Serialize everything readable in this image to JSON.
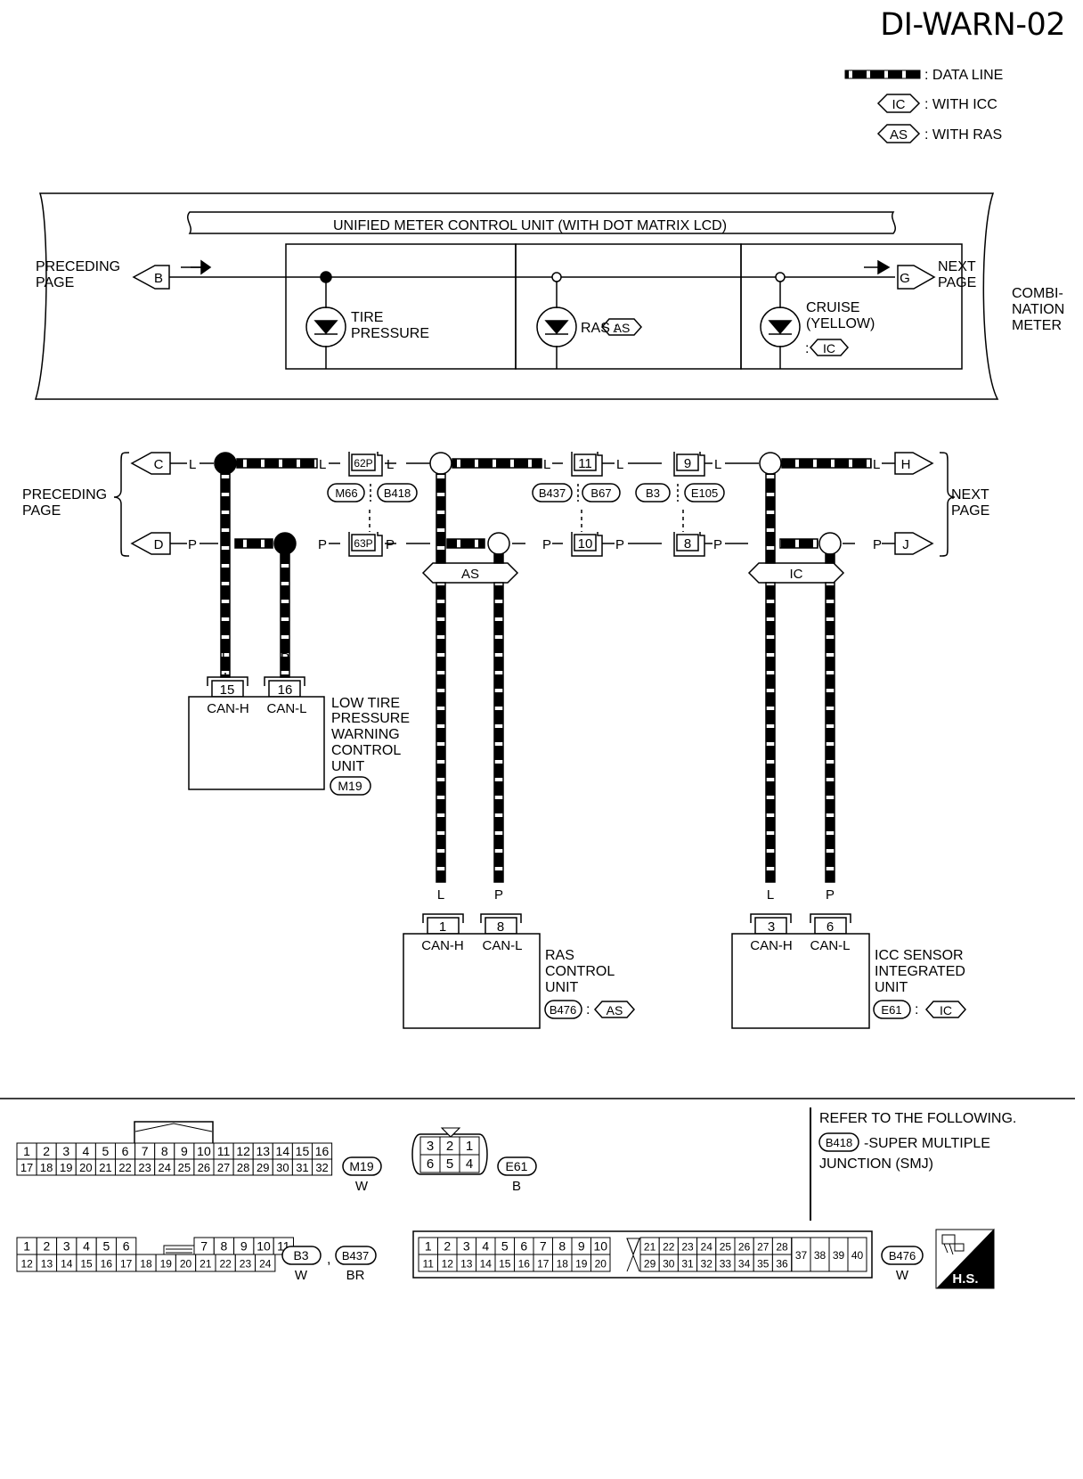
{
  "page_title": "DI-WARN-02",
  "legend": {
    "data_line": ": DATA LINE",
    "ic_abbr": "IC",
    "with_icc": ": WITH ICC",
    "as_abbr": "AS",
    "with_ras": ": WITH RAS"
  },
  "meter": {
    "title": "UNIFIED METER CONTROL UNIT (WITH DOT MATRIX LCD)",
    "preceding_1": "PRECEDING",
    "preceding_2": "PAGE",
    "prev_ref": "B",
    "next_1": "NEXT",
    "next_2": "PAGE",
    "next_ref": "G",
    "combi_1": "COMBI-",
    "combi_2": "NATION",
    "combi_3": "METER",
    "tire_1": "TIRE",
    "tire_2": "PRESSURE",
    "ras": "RAS :",
    "ras_tag": "AS",
    "cruise_1": "CRUISE",
    "cruise_2": "(YELLOW)",
    "cruise_colon": ":",
    "cruise_tag": "IC"
  },
  "can": {
    "preceding_1": "PRECEDING",
    "preceding_2": "PAGE",
    "next_1": "NEXT",
    "next_2": "PAGE",
    "ref_c": "C",
    "ref_d": "D",
    "ref_h": "H",
    "ref_j": "J",
    "wire_l": "L",
    "wire_p": "P",
    "conn_62p": "62P",
    "conn_63p": "63P",
    "pin_11": "11",
    "pin_10": "10",
    "pin_9": "9",
    "pin_8": "8",
    "conn_m66": "M66",
    "conn_b418": "B418",
    "conn_b437": "B437",
    "conn_b67": "B67",
    "conn_b3": "B3",
    "conn_e105": "E105",
    "as_label": "AS",
    "ic_label": "IC"
  },
  "tpms": {
    "pin_h": "15",
    "pin_l": "16",
    "can_h": "CAN-H",
    "can_l": "CAN-L",
    "name_1": "LOW TIRE",
    "name_2": "PRESSURE",
    "name_3": "WARNING",
    "name_4": "CONTROL",
    "name_5": "UNIT",
    "conn": "M19"
  },
  "ras_unit": {
    "pin_h": "1",
    "pin_l": "8",
    "can_h": "CAN-H",
    "can_l": "CAN-L",
    "name_1": "RAS",
    "name_2": "CONTROL",
    "name_3": "UNIT",
    "conn": "B476",
    "colon": ":",
    "tag": "AS"
  },
  "icc_unit": {
    "pin_h": "3",
    "pin_l": "6",
    "can_h": "CAN-H",
    "can_l": "CAN-L",
    "name_1": "ICC SENSOR",
    "name_2": "INTEGRATED",
    "name_3": "UNIT",
    "conn": "E61",
    "colon": ":",
    "tag": "IC"
  },
  "connectors": {
    "m19": {
      "id": "M19",
      "color": "W",
      "row1": [
        "1",
        "2",
        "3",
        "4",
        "5",
        "6",
        "7",
        "8",
        "9",
        "10",
        "11",
        "12",
        "13",
        "14",
        "15",
        "16"
      ],
      "row2": [
        "17",
        "18",
        "19",
        "20",
        "21",
        "22",
        "23",
        "24",
        "25",
        "26",
        "27",
        "28",
        "29",
        "30",
        "31",
        "32"
      ]
    },
    "e61": {
      "id": "E61",
      "color": "B",
      "row1": [
        "3",
        "2",
        "1"
      ],
      "row2": [
        "6",
        "5",
        "4"
      ]
    },
    "b3": {
      "id": "B3",
      "color": "W",
      "sep": ",",
      "id2": "B437",
      "color2": "BR",
      "row1a": [
        "1",
        "2",
        "3",
        "4",
        "5",
        "6"
      ],
      "row1b": [
        "7",
        "8",
        "9",
        "10",
        "11"
      ],
      "row2": [
        "12",
        "13",
        "14",
        "15",
        "16",
        "17",
        "18",
        "19",
        "20",
        "21",
        "22",
        "23",
        "24"
      ]
    },
    "b476": {
      "id": "B476",
      "color": "W",
      "row1a": [
        "1",
        "2",
        "3",
        "4",
        "5",
        "6",
        "7",
        "8",
        "9",
        "10"
      ],
      "row1b": [
        "21",
        "22",
        "23",
        "24",
        "25",
        "26",
        "27",
        "28"
      ],
      "row2a": [
        "11",
        "12",
        "13",
        "14",
        "15",
        "16",
        "17",
        "18",
        "19",
        "20"
      ],
      "row2b": [
        "29",
        "30",
        "31",
        "32",
        "33",
        "34",
        "35",
        "36"
      ],
      "tall": [
        "37",
        "38",
        "39",
        "40"
      ]
    }
  },
  "refer": {
    "line1": "REFER TO THE FOLLOWING.",
    "conn": "B418",
    "line2": "-SUPER MULTIPLE",
    "line3": "JUNCTION (SMJ)"
  },
  "hs_badge": "H.S."
}
